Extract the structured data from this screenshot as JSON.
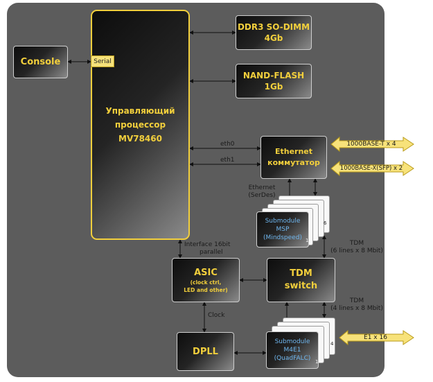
{
  "diagram": {
    "console": "Console",
    "serial": "Serial",
    "cpu": {
      "line1": "Управляющий",
      "line2": "процессор",
      "line3": "MV78460"
    },
    "ddr": {
      "line1": "DDR3 SO-DIMM",
      "line2": "4Gb"
    },
    "nand": {
      "line1": "NAND-FLASH",
      "line2": "1Gb"
    },
    "eth_switch": {
      "line1": "Ethernet",
      "line2": "коммутатор"
    },
    "eth0": "eth0",
    "eth1": "eth1",
    "port_1000t": "1000BASE-T x 4",
    "port_1000x": "1000BASE-X(SFP) x 2",
    "ethernet_serdes": {
      "line1": "Ethernet",
      "line2": "(SerDes)"
    },
    "msp": {
      "line1": "Submodule",
      "line2": "MSP",
      "line3": "(Mindspeed)",
      "n1": "1",
      "n6": "6"
    },
    "interface": {
      "line1": "Interface 16bit",
      "line2": "parallel"
    },
    "tdm_upper": {
      "line1": "TDM",
      "line2": "(6 lines x 8 Mbit)"
    },
    "asic": {
      "line1": "ASIC",
      "line2": "(clock ctrl,",
      "line3": "LED and other)"
    },
    "tdm_switch": {
      "line1": "TDM",
      "line2": "switch"
    },
    "tdm_lower": {
      "line1": "TDM",
      "line2": "(4 lines x 8 Mbit)"
    },
    "clock": "Clock",
    "dpll": "DPLL",
    "m4e1": {
      "line1": "Submodule",
      "line2": "M4E1",
      "line3": "(QuadFALC)",
      "n1": "1",
      "n4": "4"
    },
    "e1": "E1 x 16"
  },
  "colors": {
    "board": "#5c5c5c",
    "accent": "#f2cf3c",
    "blue_text": "#6fb6ee",
    "arrow_fill": "#f7e27a"
  }
}
